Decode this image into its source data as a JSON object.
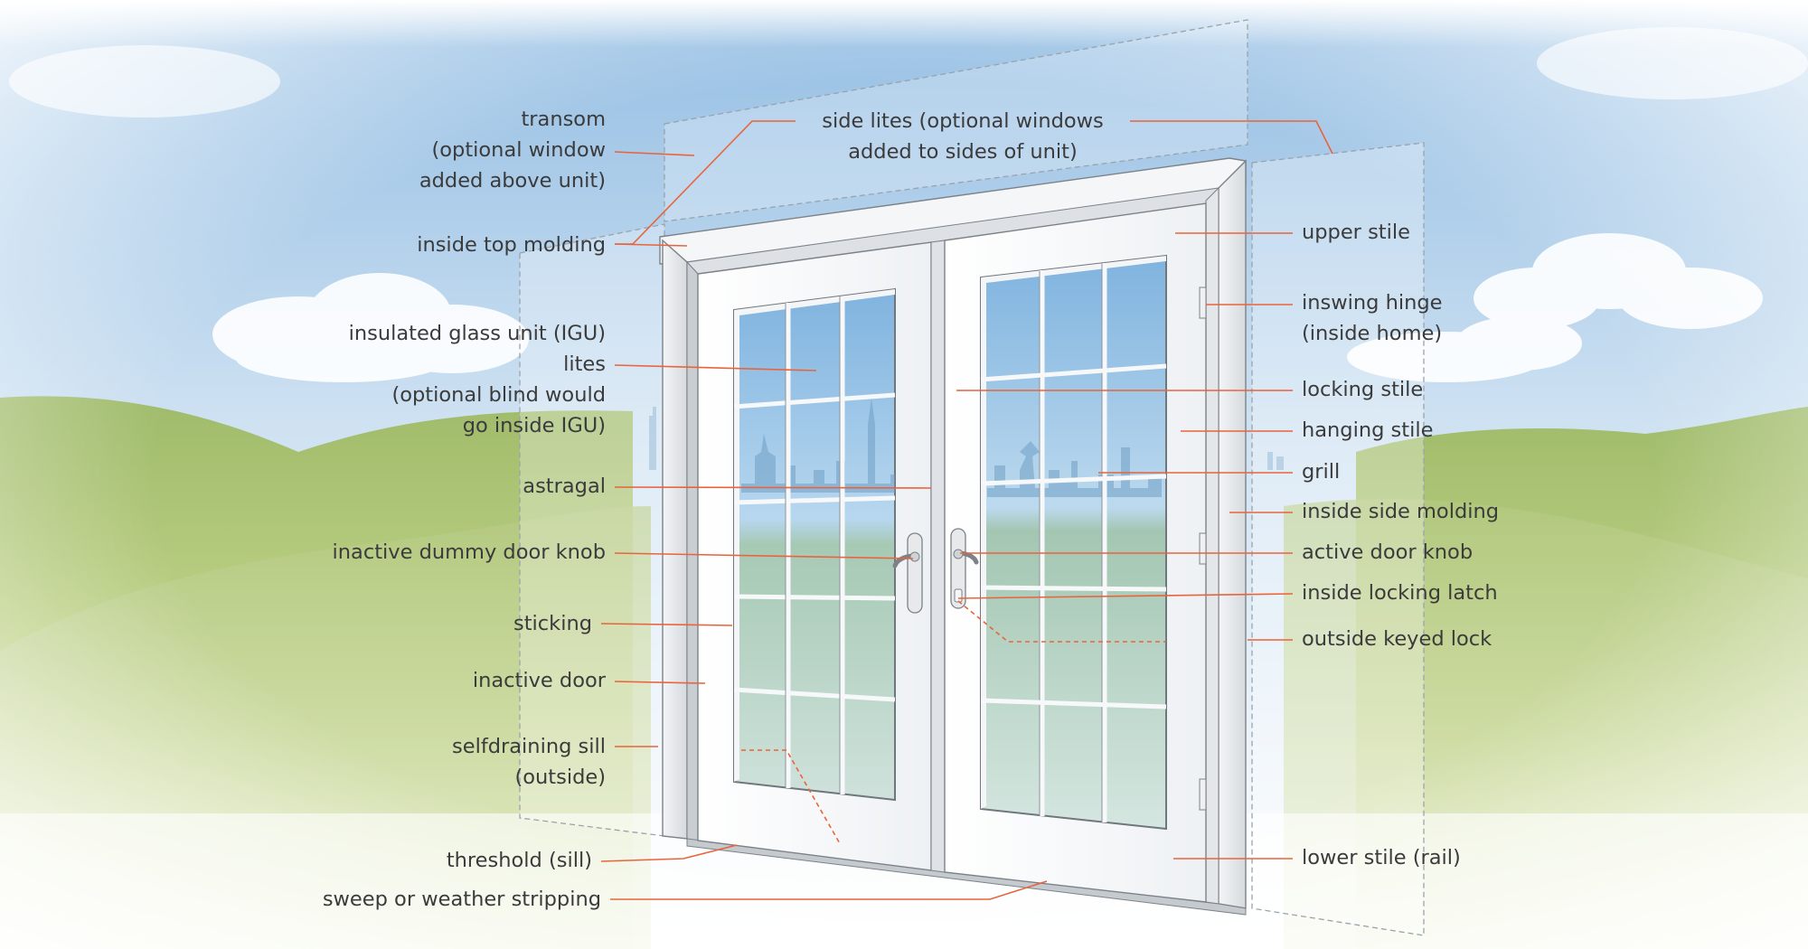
{
  "colors": {
    "leader": "#e8643c",
    "text": "#3b3b3b",
    "sky_top": "#7fb0dc",
    "hill": "#b8cc7c",
    "glass": "#9fc8e8",
    "glass_green": "#8fbba6",
    "frame": "#ffffff",
    "frame_edge": "#8a8f94"
  },
  "labels_left": {
    "transom": [
      "transom",
      "(optional window",
      "added above unit)"
    ],
    "inside_top_molding": "inside top molding",
    "igu": [
      "insulated glass unit (IGU)",
      "lites",
      "(optional blind would",
      "go inside IGU)"
    ],
    "astragal": "astragal",
    "inactive_knob": "inactive dummy door knob",
    "sticking": "sticking",
    "inactive_door": "inactive door",
    "sill": [
      "selfdraining sill",
      "(outside)"
    ],
    "threshold": "threshold (sill)",
    "sweep": "sweep or weather stripping"
  },
  "labels_top": {
    "side_lites": [
      "side lites (optional windows",
      "added to sides of unit)"
    ]
  },
  "labels_right": {
    "upper_stile": "upper stile",
    "inswing_hinge": [
      "inswing hinge",
      "(inside home)"
    ],
    "locking_stile": "locking stile",
    "hanging_stile": "hanging stile",
    "grill": "grill",
    "inside_side_molding": "inside side molding",
    "active_knob": "active door knob",
    "locking_latch": "inside locking latch",
    "keyed_lock": "outside keyed lock",
    "lower_stile": "lower stile (rail)"
  }
}
